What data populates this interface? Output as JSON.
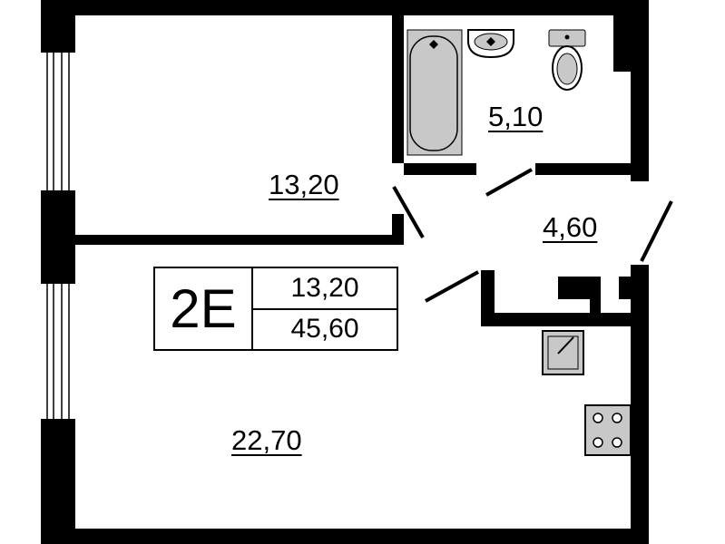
{
  "plan": {
    "apartment_code": "2E",
    "living_area": "13,20",
    "total_area": "45,60",
    "rooms": [
      {
        "name": "bedroom",
        "area": "13,20"
      },
      {
        "name": "bathroom",
        "area": "5,10"
      },
      {
        "name": "hallway",
        "area": "4,60"
      },
      {
        "name": "kitchen-living",
        "area": "22,70"
      }
    ]
  },
  "colors": {
    "wall": "#000000",
    "fixture": "#c8c8c8"
  }
}
